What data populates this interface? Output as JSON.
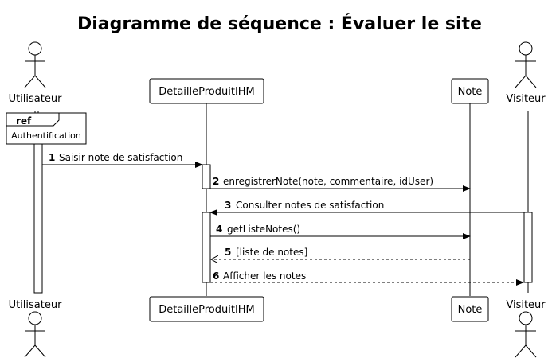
{
  "title": "Diagramme de séquence : Évaluer le site",
  "participants": {
    "utilisateur": "Utilisateur",
    "ihm": "DetailleProduitIHM",
    "note": "Note",
    "visiteur": "Visiteur"
  },
  "ref_fragment": {
    "keyword": "ref",
    "label": "Authentification"
  },
  "messages": [
    {
      "num": "1",
      "text": "Saisir note de satisfaction"
    },
    {
      "num": "2",
      "text": "enregistrerNote(note, commentaire, idUser)"
    },
    {
      "num": "3",
      "text": "Consulter notes de satisfaction"
    },
    {
      "num": "4",
      "text": "getListeNotes()"
    },
    {
      "num": "5",
      "text": "[liste de notes]"
    },
    {
      "num": "6",
      "text": "Afficher les notes"
    }
  ]
}
